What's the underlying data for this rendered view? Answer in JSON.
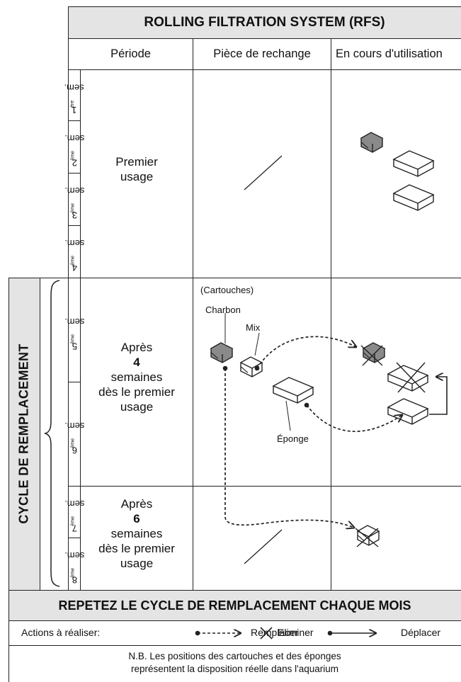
{
  "title": "ROLLING FILTRATION SYSTEM (RFS)",
  "headers": {
    "period": "Période",
    "spare": "Pièce de rechange",
    "in_use": "En cours d'utilisation"
  },
  "weeks": [
    {
      "num": "1",
      "sup": "ère",
      "label": "sem."
    },
    {
      "num": "2",
      "sup": "ème",
      "label": "sem."
    },
    {
      "num": "3",
      "sup": "ème",
      "label": "sem."
    },
    {
      "num": "4",
      "sup": "ème",
      "label": "sem."
    },
    {
      "num": "5",
      "sup": "ème",
      "label": "sem."
    },
    {
      "num": "6",
      "sup": "ème",
      "label": "sem."
    },
    {
      "num": "7",
      "sup": "ème",
      "label": "sem."
    },
    {
      "num": "8",
      "sup": "ème",
      "label": "sem."
    }
  ],
  "periods": {
    "first": {
      "line1": "Premier",
      "line2": "usage"
    },
    "after4": {
      "line1": "Après",
      "num": "4",
      "line2": "semaines",
      "line3": "dès le premier",
      "line4": "usage"
    },
    "after6": {
      "line1": "Après",
      "num": "6",
      "line2": "semaines",
      "line3": "dès le premier",
      "line4": "usage"
    }
  },
  "cycle_label": "CYCLE DE REMPLACEMENT",
  "cartridges": {
    "heading": "(Cartouches)",
    "charcoal": "Charbon",
    "mix": "Mix",
    "sponge": "Éponge"
  },
  "repeat_banner": "REPETEZ LE CYCLE DE REMPLACEMENT CHAQUE MOIS",
  "legend": {
    "actions": "Actions à réaliser:",
    "replace": "Remplacer",
    "eliminate": "Eliminer",
    "move": "Déplacer"
  },
  "note": {
    "line1": "N.B. Les positions des cartouches et des éponges",
    "line2": "représentent la disposition réelle dans l'aquarium"
  },
  "colors": {
    "header_bg": "#e4e4e4",
    "line": "#222222",
    "charcoal_fill": "#8a8a8a"
  }
}
